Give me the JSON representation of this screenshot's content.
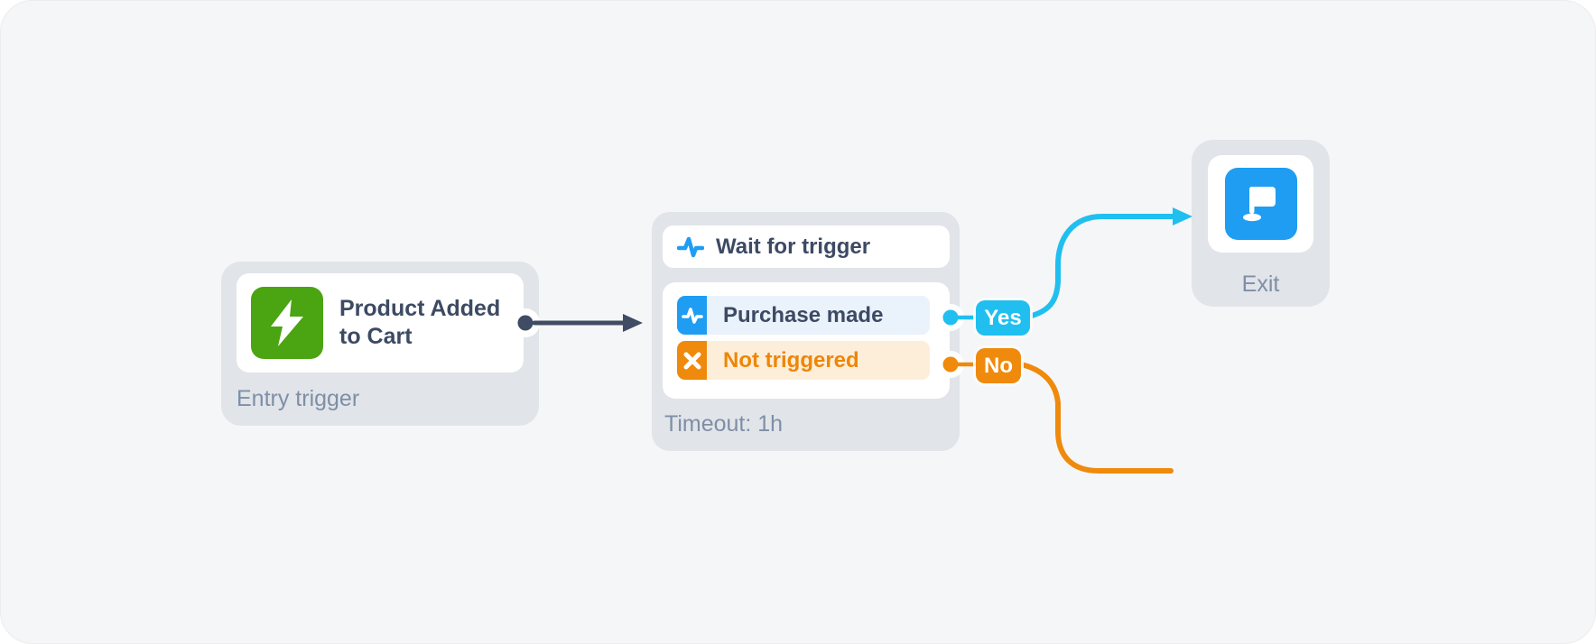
{
  "flow": {
    "entry": {
      "title": "Product Added to Cart",
      "caption": "Entry trigger",
      "icon": "lightning-icon"
    },
    "wait": {
      "title": "Wait for trigger",
      "title_icon": "pulse-icon",
      "branches": {
        "yes": {
          "label": "Purchase made",
          "icon": "pulse-icon"
        },
        "no": {
          "label": "Not triggered",
          "icon": "x-icon"
        }
      },
      "footer": "Timeout: 1h"
    },
    "exit": {
      "caption": "Exit",
      "icon": "flag-icon"
    },
    "edges": {
      "yes_badge": "Yes",
      "no_badge": "No"
    }
  },
  "colors": {
    "panel": "#f5f6f7",
    "node_container": "#e1e4e9",
    "text_dark": "#3d4a63",
    "text_muted": "#7e8fa6",
    "entry_green": "#4ba411",
    "icon_blue": "#1e9df2",
    "yes_cyan": "#20bff0",
    "no_orange": "#ef8a0c",
    "no_text_orange": "#ee8606",
    "row_blue_bg": "#eaf2fc",
    "row_orange_bg": "#fdeeda",
    "arrow_dark": "#3f4c64"
  }
}
